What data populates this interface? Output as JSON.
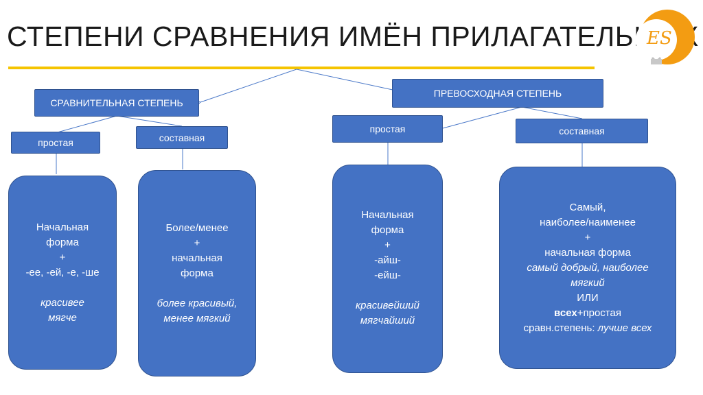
{
  "title": "СТЕПЕНИ СРАВНЕНИЯ ИМЁН ПРИЛАГАТЕЛЬНЫХ",
  "logo": {
    "text": "ES",
    "color": "#f39c12"
  },
  "colors": {
    "box_fill": "#4472c4",
    "box_border": "#2f528f",
    "underline": "#f5c400",
    "lines": "#4a78c8"
  },
  "comparative": {
    "label": "СРАВНИТЕЛЬНАЯ СТЕПЕНЬ",
    "simple": {
      "label": "простая",
      "lines": [
        "Начальная",
        "форма",
        "+",
        "-ее, -ей, -е, -ше"
      ],
      "examples": [
        "красивее",
        "мягче"
      ]
    },
    "compound": {
      "label": "составная",
      "lines": [
        "Более/менее",
        "+",
        "начальная",
        "форма"
      ],
      "examples": [
        "более красивый,",
        "менее мягкий"
      ]
    }
  },
  "superlative": {
    "label": "ПРЕВОСХОДНАЯ СТЕПЕНЬ",
    "simple": {
      "label": "простая",
      "lines": [
        "Начальная",
        "форма",
        "+",
        "-айш-",
        "-ейш-"
      ],
      "examples": [
        "красивейший",
        "мягчайший"
      ]
    },
    "compound": {
      "label": "составная",
      "line1": "Самый,",
      "line2": "наиболее/наименее",
      "line3": "+",
      "line4": "начальная форма",
      "example1": "самый добрый, наиболее",
      "example2": "мягкий",
      "or": "ИЛИ",
      "bold_word": "всех",
      "plus_simple": "+простая",
      "comp_prefix": "сравн.степень: ",
      "comp_example": "лучше всех"
    }
  }
}
